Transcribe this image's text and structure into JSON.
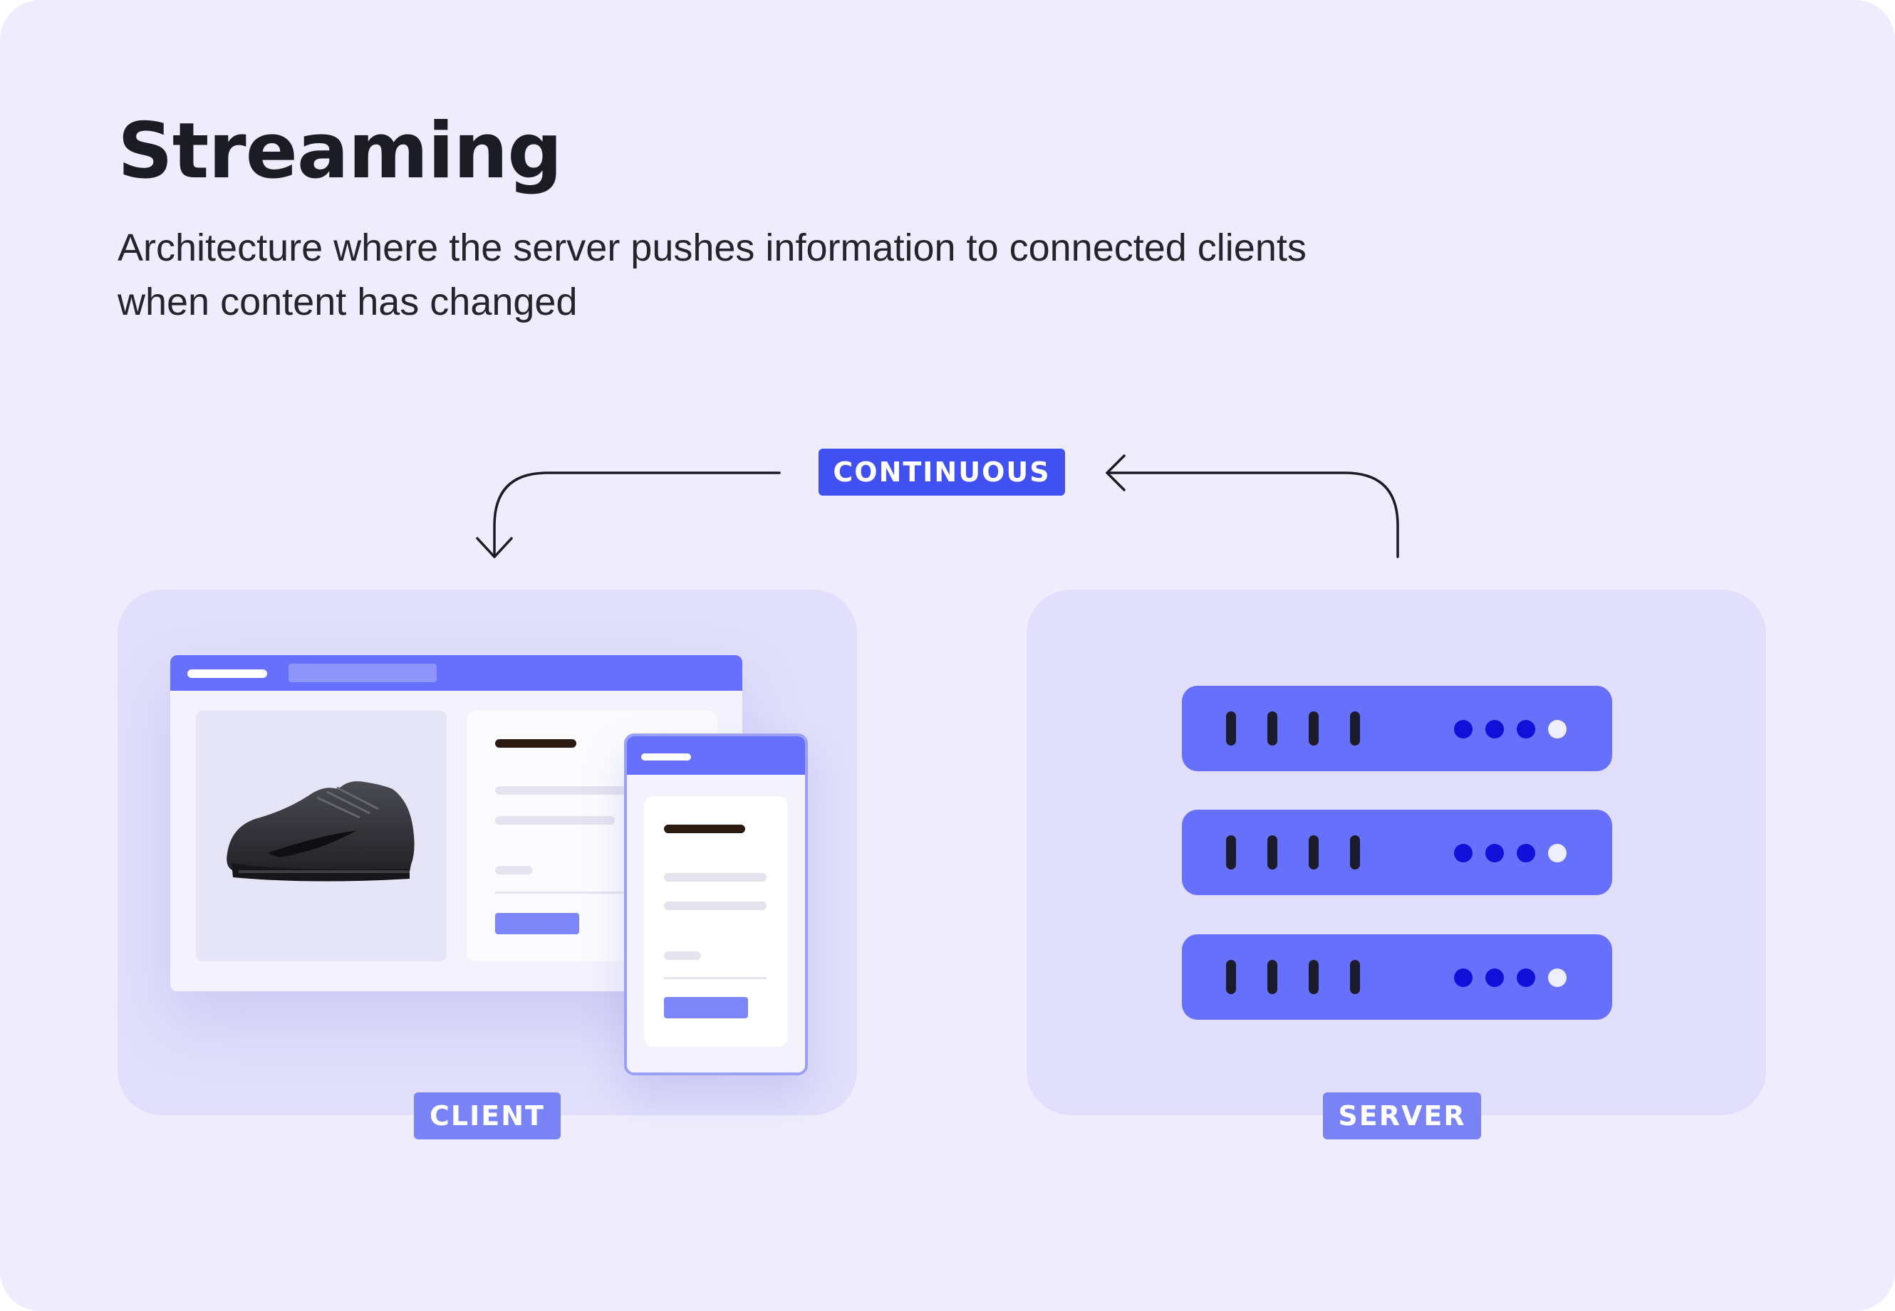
{
  "title": "Streaming",
  "subtitle": "Architecture where the server pushes information to connected clients when content has changed",
  "labels": {
    "continuous": "CONTINUOUS",
    "client": "CLIENT",
    "server": "SERVER"
  },
  "colors": {
    "background": "#efedfd",
    "panel": "#e1dffb",
    "accent": "#4150f0",
    "label": "#7a83f5",
    "rack": "#6670fa",
    "led": "#1010d8"
  },
  "icons": [
    "shoe-image",
    "server-rack-icon",
    "arrow-icon"
  ]
}
